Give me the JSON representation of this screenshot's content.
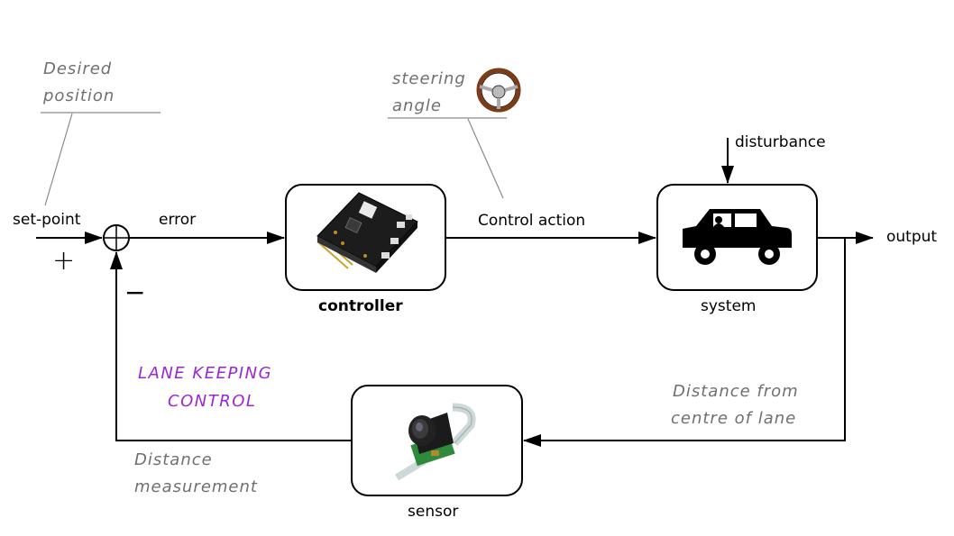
{
  "labels": {
    "setpoint": "set-point",
    "error": "error",
    "control_action": "Control action",
    "disturbance": "disturbance",
    "output": "output",
    "controller": "controller",
    "system": "system",
    "sensor": "sensor",
    "plus_sign": "+",
    "minus_sign": "−"
  },
  "annotations": {
    "desired_line1": "Desired",
    "desired_line2": "position",
    "steering_line1": "steering",
    "steering_line2": "angle",
    "distance_centre_line1": "Distance from",
    "distance_centre_line2": "centre of lane",
    "distance_meas_line1": "Distance",
    "distance_meas_line2": "measurement",
    "lane_keeping_line1": "LANE KEEPING",
    "lane_keeping_line2": "CONTROL"
  },
  "icons": {
    "controller": "circuit-board-icon",
    "system": "car-icon",
    "sensor": "camera-module-icon",
    "steering": "steering-wheel-icon"
  },
  "colors": {
    "annotation": "#707070",
    "highlight": "#9b26d6",
    "line": "#000000"
  }
}
